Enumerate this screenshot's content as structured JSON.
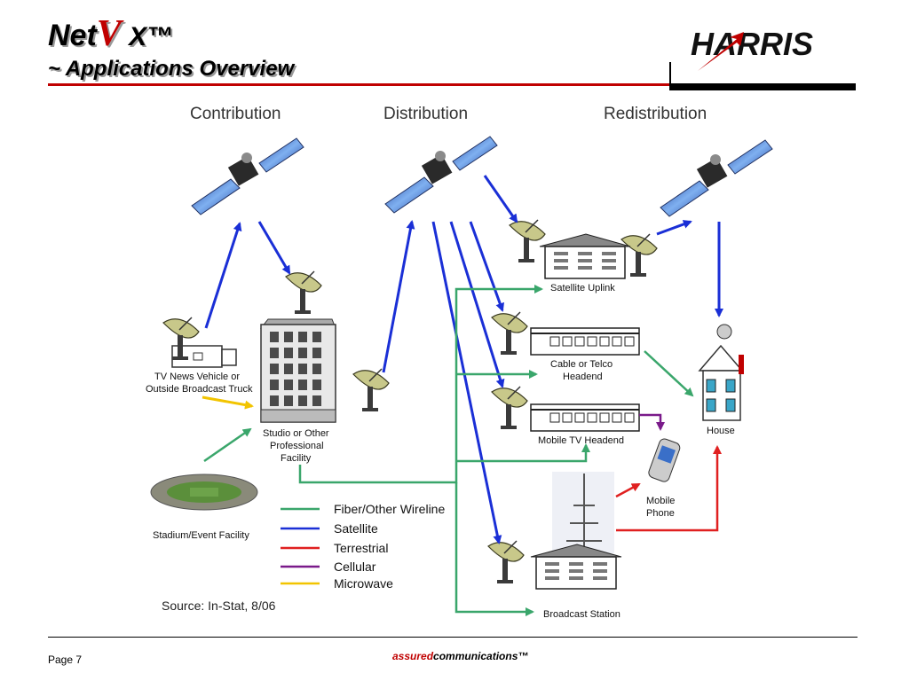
{
  "header": {
    "title_prefix": "Net",
    "title_v": "V",
    "title_suffix": " X™",
    "subtitle": "~ Applications Overview",
    "logo_text": "HARRIS"
  },
  "columns": {
    "contribution": "Contribution",
    "distribution": "Distribution",
    "redistribution": "Redistribution"
  },
  "nodes": {
    "tv_news_line1": "TV News Vehicle or",
    "tv_news_line2": "Outside Broadcast Truck",
    "studio_line1": "Studio or Other",
    "studio_line2": "Professional",
    "studio_line3": "Facility",
    "stadium": "Stadium/Event Facility",
    "satellite_uplink": "Satellite Uplink",
    "cable_line1": "Cable or Telco",
    "cable_line2": "Headend",
    "mobile_tv": "Mobile TV Headend",
    "house": "House",
    "mobile_phone_line1": "Mobile",
    "mobile_phone_line2": "Phone",
    "broadcast_station": "Broadcast Station"
  },
  "legend": [
    {
      "label": "Fiber/Other Wireline",
      "color": "#3aa66b"
    },
    {
      "label": "Satellite",
      "color": "#1a2fd6"
    },
    {
      "label": "Terrestrial",
      "color": "#e02020"
    },
    {
      "label": "Cellular",
      "color": "#7a1a8a"
    },
    {
      "label": "Microwave",
      "color": "#f2c400"
    }
  ],
  "source": "Source:  In-Stat, 8/06",
  "footer": {
    "page": "Page 7",
    "tag_a": "assured",
    "tag_b": "communications™"
  },
  "colors": {
    "fiber": "#3aa66b",
    "satellite": "#1a2fd6",
    "terrestrial": "#e02020",
    "cellular": "#7a1a8a",
    "microwave": "#f2c400",
    "brand_red": "#c00000"
  }
}
